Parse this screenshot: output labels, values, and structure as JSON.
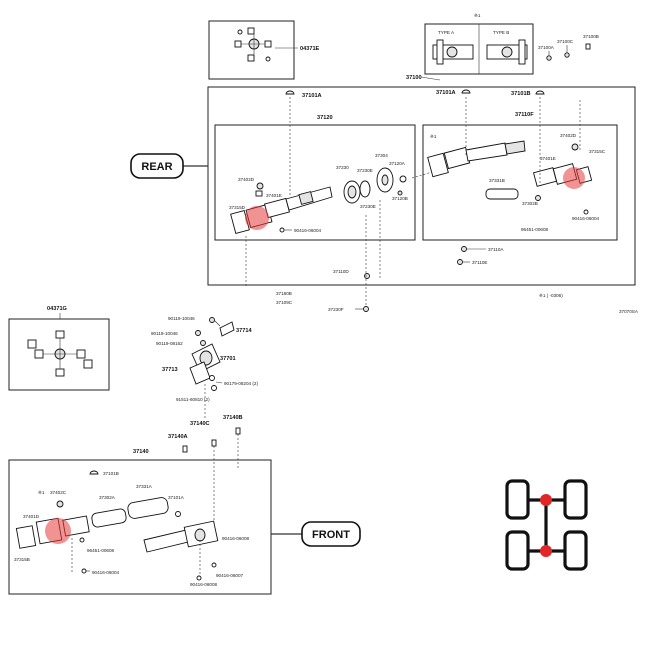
{
  "labels": {
    "rear_button": "REAR",
    "front_button": "FRONT",
    "figure_code": "37070SA",
    "footnote_mark": "※1",
    "date_note": "※1 ( -0306)"
  },
  "type_boxes": {
    "type_a": "TYPE A",
    "type_b": "TYPE B"
  },
  "parts": {
    "p04371e": "04371E",
    "p04371g": "04371G",
    "p37100": "37100",
    "p37101a_1": "37101A",
    "p37101a_2": "37101A",
    "p37101b": "37101B",
    "p37110f": "37110F",
    "p37120": "37120",
    "p37230": "37230",
    "p37230e": "37230E",
    "p37304": "37304",
    "p37120a": "37120A",
    "p37120b": "37120B",
    "p37402d_r": "37402D",
    "p37401e_r": "37401E",
    "p37315d": "37315D",
    "p90416_r1": "90416-06004",
    "p37402d_r2": "37402D",
    "p37401e_r2": "37401E",
    "p37315c": "37315C",
    "p37331b": "37331B",
    "p37302b": "37302B",
    "p90416_r2": "90416-06004",
    "p96451": "96451-00608",
    "p37110a": "37110A",
    "p37110e": "37110E",
    "p37110d": "37110D",
    "p37180b": "37180B",
    "p37109c": "37109C",
    "p37230f": "37230F",
    "p37100a": "37100A",
    "p37100c": "37100C",
    "p37100b": "37100B",
    "p90119_a": "90119-10046",
    "p90119_b": "90119-10046",
    "p90119_c": "90119-08162",
    "p37714": "37714",
    "p37701": "37701",
    "p37713": "37713",
    "p90179": "90179-08204 (2)",
    "p91511": "91511-60810 (2)",
    "p37140": "37140",
    "p37140a": "37140A",
    "p37140c": "37140C",
    "p37140b": "37140B",
    "p37101b_f": "37101B",
    "p37402c": "37402C",
    "p37302a": "37302A",
    "p37331a": "37331A",
    "p37101a_f": "37101A",
    "p37401d": "37401D",
    "p37315b": "37315B",
    "p96451_f": "96451-00608",
    "p90416_f1": "90416-06004",
    "p90416_f2": "90416-06008",
    "p90416_f3": "90416-06007",
    "p90416_f4": "90416-06008"
  },
  "icon": {
    "name": "drivetrain-4wd-icon",
    "accent": "#e02626"
  },
  "colors": {
    "highlight": "#e83a3a",
    "line": "#222222"
  }
}
